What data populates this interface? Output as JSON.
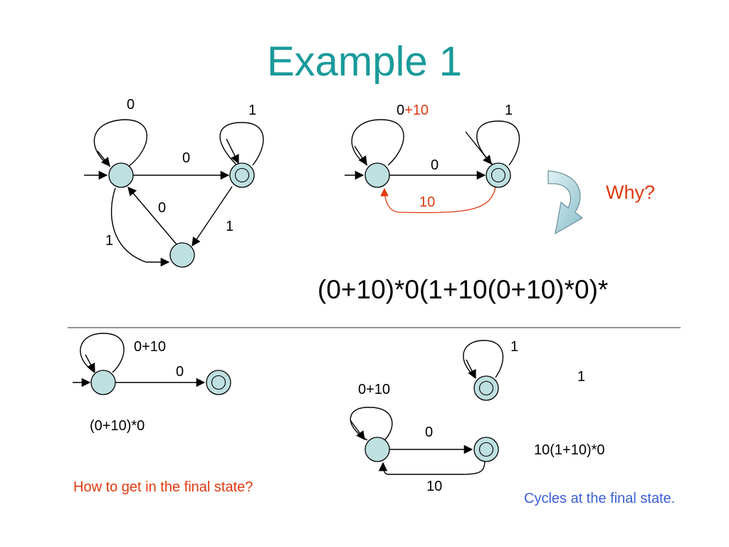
{
  "title": "Example 1",
  "top_left": {
    "loop_start": "0",
    "loop_final": "1",
    "edge_start_final": "0",
    "edge_third_start": "0",
    "edge_final_third": "1",
    "edge_start_third": "1"
  },
  "top_right": {
    "loop_start_prefix": "0",
    "loop_start_suffix": "+10",
    "loop_final": "1",
    "edge_start_final": "0",
    "edge_final_start": "10"
  },
  "why": "Why?",
  "expression": "(0+10)*0(1+10(0+10)*0)*",
  "bottom_left": {
    "loop_start": "0+10",
    "edge_start_final": "0",
    "result": "(0+10)*0",
    "question": "How to get in the final state?"
  },
  "bottom_right": {
    "loop_final_single": "1",
    "edge_label_1": "1",
    "loop_start": "0+10",
    "edge_start_final": "0",
    "edge_final_start": "10",
    "result": "10(1+10)*0",
    "note": "Cycles at the final state."
  },
  "colors": {
    "title": "#1a9a9a",
    "state_fill": "#bfe0e0",
    "highlight": "#e03a0f",
    "note": "#3a5fd6"
  }
}
